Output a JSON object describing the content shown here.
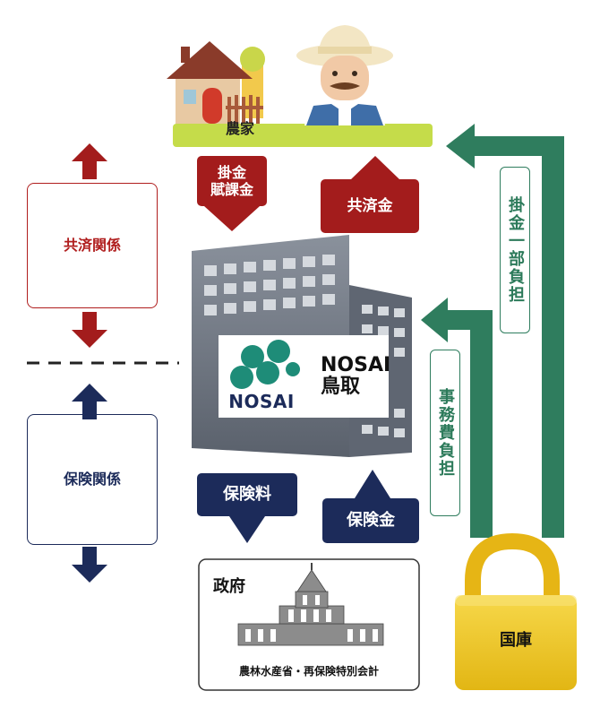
{
  "farmer": {
    "label": "農家"
  },
  "left_relations": {
    "kyosai": "共済関係",
    "hoken": "保険関係"
  },
  "flows": {
    "kakekin_fuka": "掛金\n賦課金",
    "kyosaikin": "共済金",
    "hokenryo": "保険料",
    "hokenkin": "保険金"
  },
  "nosai": {
    "logo_text": "NOSAI",
    "name_line1": "NOSAI",
    "name_line2": "鳥取"
  },
  "government": {
    "title": "政府",
    "subtitle": "農林水産省・再保険特別会計"
  },
  "treasury": {
    "label": "国庫"
  },
  "subsidies": {
    "kakekin_ichibu": "掛金一部負担",
    "jimuhi": "事務費負担"
  },
  "colors": {
    "red": "#a31c1c",
    "navy": "#1c2b5a",
    "green": "#2f7d5e",
    "lime": "#c5dc4a",
    "building": "#6f7784",
    "gold": "#f0c419"
  }
}
